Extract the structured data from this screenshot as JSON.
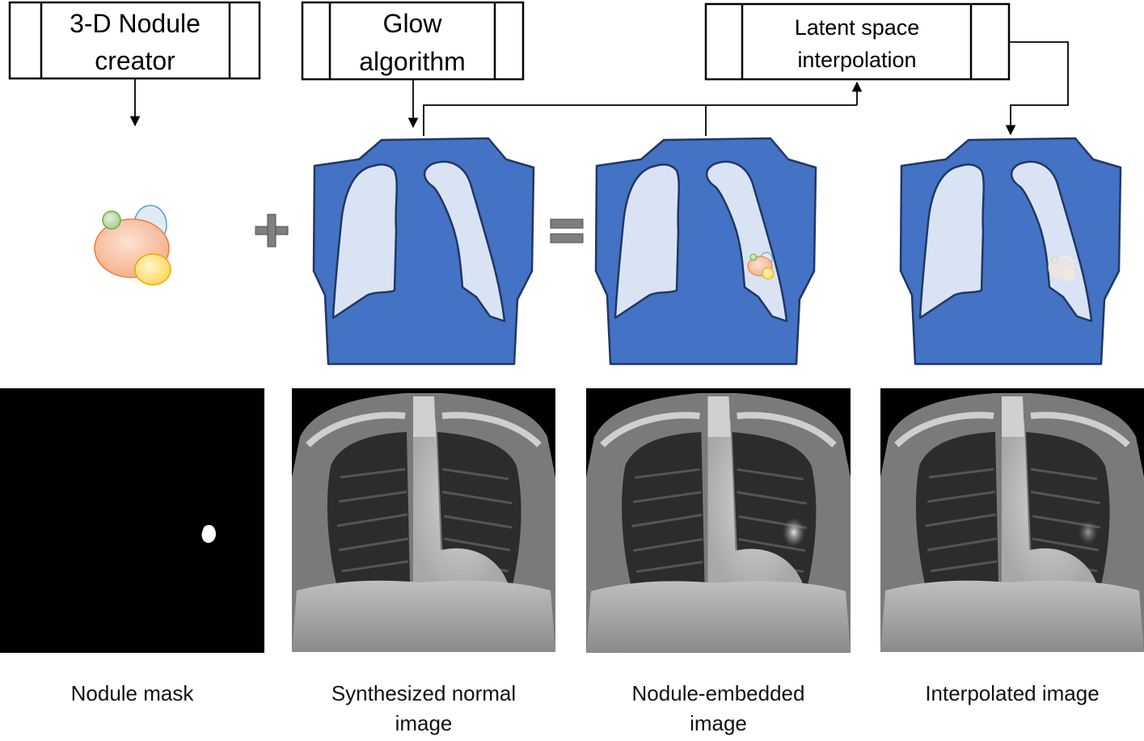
{
  "process_boxes": {
    "nodule_creator": {
      "line1": "3-D Nodule",
      "line2": "creator"
    },
    "glow": {
      "line1": "Glow",
      "line2": "algorithm"
    },
    "latent": {
      "line1": "Latent space",
      "line2": "interpolation"
    }
  },
  "operators": {
    "plus": "+",
    "equals": "="
  },
  "captions": {
    "mask": {
      "line1": "Nodule mask",
      "line2": ""
    },
    "normal": {
      "line1": "Synthesized normal",
      "line2": "image"
    },
    "embedded": {
      "line1": "Nodule-embedded",
      "line2": "image"
    },
    "interpolated": {
      "line1": "Interpolated image",
      "line2": ""
    }
  },
  "colors": {
    "torso_blue": "#4472c4",
    "lung_fill": "#dae3f3",
    "nodule_orange": "#f7c4a8",
    "nodule_green": "#c5e0b4",
    "nodule_yellow": "#ffe699",
    "nodule_blue": "#deebf7",
    "mask_background": "#000000"
  }
}
